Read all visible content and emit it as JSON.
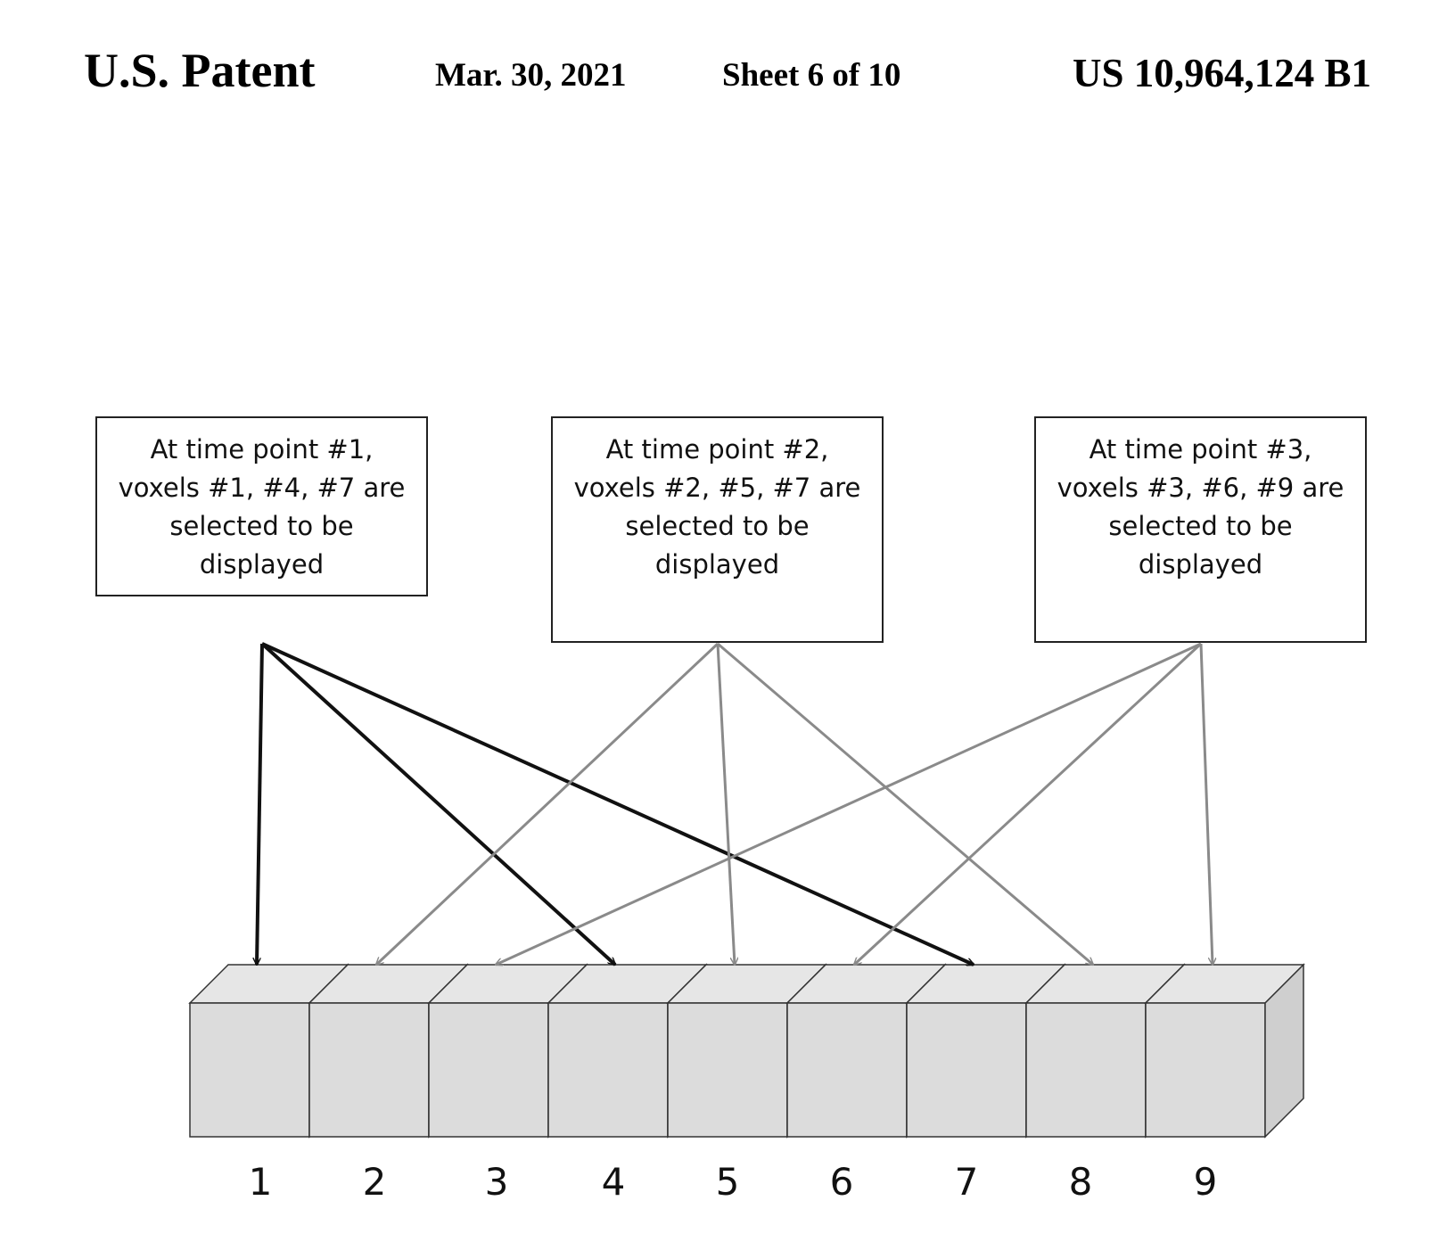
{
  "header": {
    "left": "U.S. Patent",
    "date": "Mar. 30, 2021",
    "sheet": "Sheet 6 of 10",
    "patent_number": "US 10,964,124 B1"
  },
  "boxes": [
    {
      "lines": [
        "At time point #1,",
        "voxels #1, #4, #7 are",
        "selected to be",
        "displayed"
      ],
      "selects": [
        1,
        4,
        7
      ],
      "style": "dark"
    },
    {
      "lines": [
        "At time point #2,",
        "voxels #2, #5, #7 are",
        "selected to be",
        "displayed"
      ],
      "selects": [
        2,
        5,
        8
      ],
      "style": "light"
    },
    {
      "lines": [
        "At time point #3,",
        "voxels #3, #6, #9 are",
        "selected to be",
        "displayed"
      ],
      "selects": [
        3,
        6,
        9
      ],
      "style": "light"
    }
  ],
  "voxels": [
    "1",
    "2",
    "3",
    "4",
    "5",
    "6",
    "7",
    "8",
    "9"
  ],
  "colors": {
    "dark": "#111111",
    "light": "#8a8a8a",
    "fill": "#dcdcdc",
    "top": "#e6e6e6",
    "side": "#cfcfcf"
  }
}
